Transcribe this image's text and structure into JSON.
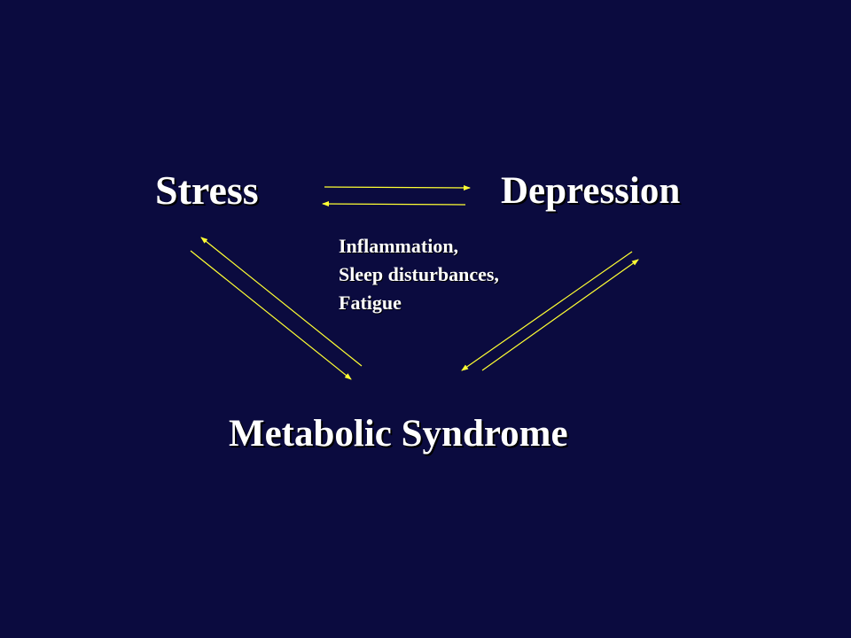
{
  "diagram": {
    "nodes": {
      "stress": "Stress",
      "depression": "Depression",
      "metabolic_syndrome": "Metabolic Syndrome"
    },
    "mediators": [
      "Inflammation,",
      "Sleep disturbances,",
      "Fatigue"
    ],
    "edges": [
      {
        "from": "Stress",
        "to": "Depression"
      },
      {
        "from": "Depression",
        "to": "Stress"
      },
      {
        "from": "Stress",
        "to": "Metabolic Syndrome"
      },
      {
        "from": "Metabolic Syndrome",
        "to": "Stress"
      },
      {
        "from": "Depression",
        "to": "Metabolic Syndrome"
      },
      {
        "from": "Metabolic Syndrome",
        "to": "Depression"
      }
    ]
  },
  "colors": {
    "background": "#0b0b3f",
    "text": "#ffffff",
    "arrow": "#ffff33"
  }
}
